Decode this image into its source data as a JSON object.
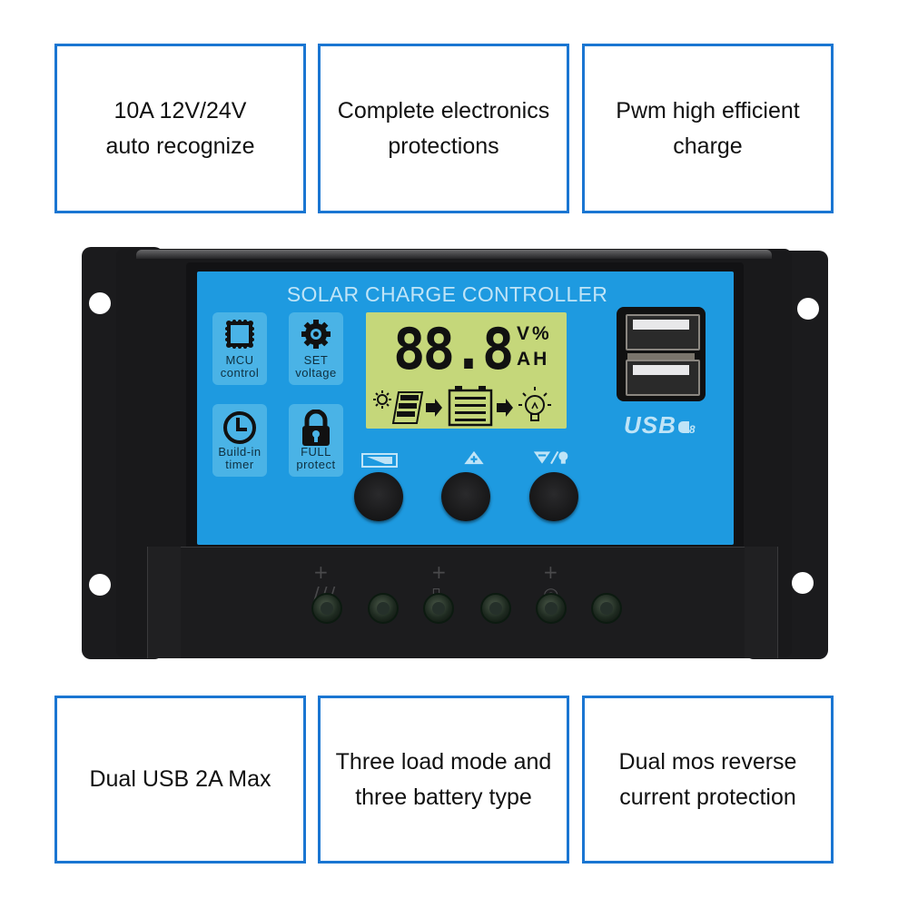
{
  "features_top": [
    {
      "id": "auto-recognize",
      "text": "10A 12V/24V\nauto recognize"
    },
    {
      "id": "protections",
      "text": "Complete electronics\nprotections"
    },
    {
      "id": "pwm",
      "text": "Pwm high efficient\ncharge"
    }
  ],
  "features_bottom": [
    {
      "id": "dual-usb",
      "text": "Dual USB 2A Max"
    },
    {
      "id": "load-mode",
      "text": "Three load mode and\nthree battery type"
    },
    {
      "id": "reverse-protection",
      "text": "Dual mos reverse\ncurrent protection"
    }
  ],
  "device": {
    "title": "SOLAR CHARGE CONTROLLER",
    "tiles": [
      {
        "icon": "chip-icon",
        "label": "MCU\ncontrol"
      },
      {
        "icon": "gear-icon",
        "label": "SET\nvoltage"
      },
      {
        "icon": "clock-icon",
        "label": "Build-in\ntimer"
      },
      {
        "icon": "lock-icon",
        "label": "FULL\nprotect"
      }
    ],
    "lcd": {
      "digits": "88.8",
      "unit_top": "V%",
      "unit_bottom": "AH",
      "icons": [
        "sun-icon",
        "solar-panel-icon",
        "arrow-right-icon",
        "battery-icon",
        "arrow-right-icon",
        "bulb-icon"
      ]
    },
    "usb_logo": "USB",
    "buttons": [
      {
        "id": "menu",
        "icon": "menu-switch-icon"
      },
      {
        "id": "up",
        "icon": "triangle-up-plus-icon"
      },
      {
        "id": "down-load",
        "icon": "triangle-down-minus-bulb-icon"
      }
    ],
    "terminals": {
      "labels": [
        "+ /// —",
        "+ ▯ —",
        "+ ◎ —"
      ],
      "count": 6
    }
  },
  "colors": {
    "box_border": "#1a76d2",
    "panel_blue": "#1e9ae0",
    "lcd_green": "#c5d77a",
    "housing_black": "#19191b"
  }
}
